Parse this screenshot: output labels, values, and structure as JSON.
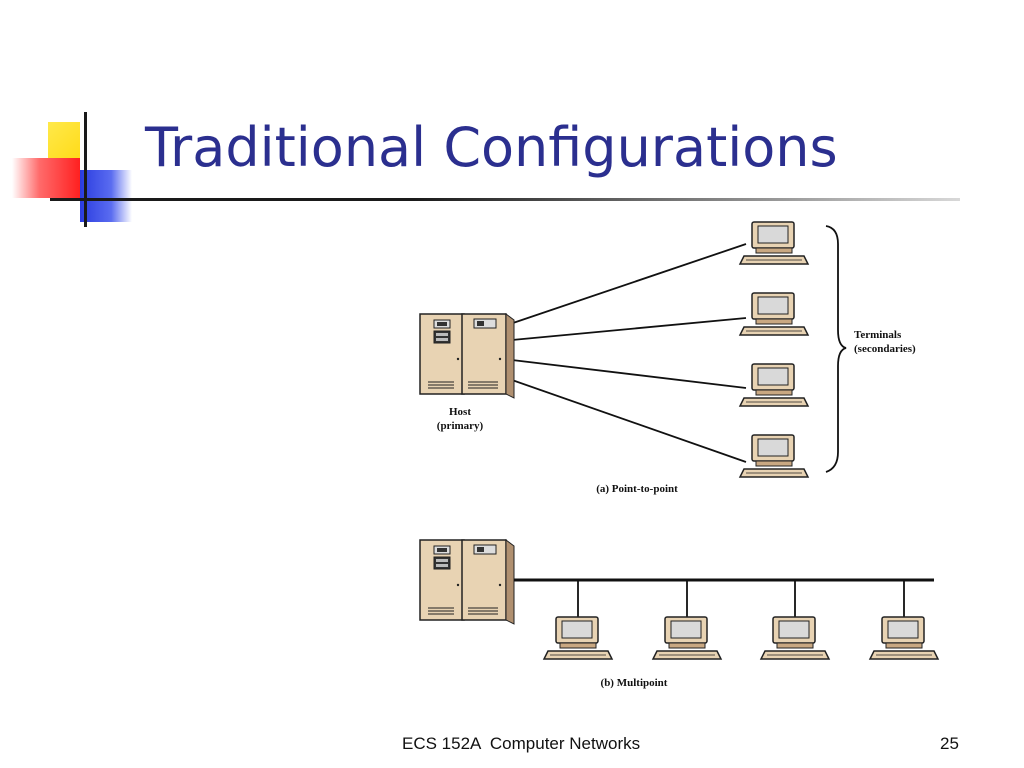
{
  "slide": {
    "title": "Traditional Configurations",
    "footer_text": "ECS 152A  Computer Networks",
    "page_number": "25"
  },
  "diagram": {
    "point_to_point": {
      "host_label_line1": "Host",
      "host_label_line2": "(primary)",
      "terminals_label_line1": "Terminals",
      "terminals_label_line2": "(secondaries)",
      "caption": "(a) Point-to-point",
      "terminal_count": 4
    },
    "multipoint": {
      "caption": "(b) Multipoint",
      "terminal_count": 4
    }
  },
  "colors": {
    "title": "#2b2f8f",
    "device_body": "#e8d3b3",
    "device_outline": "#222222",
    "screen": "#d9d9d9"
  },
  "icons": [
    "mainframe-host-icon",
    "computer-terminal-icon"
  ]
}
